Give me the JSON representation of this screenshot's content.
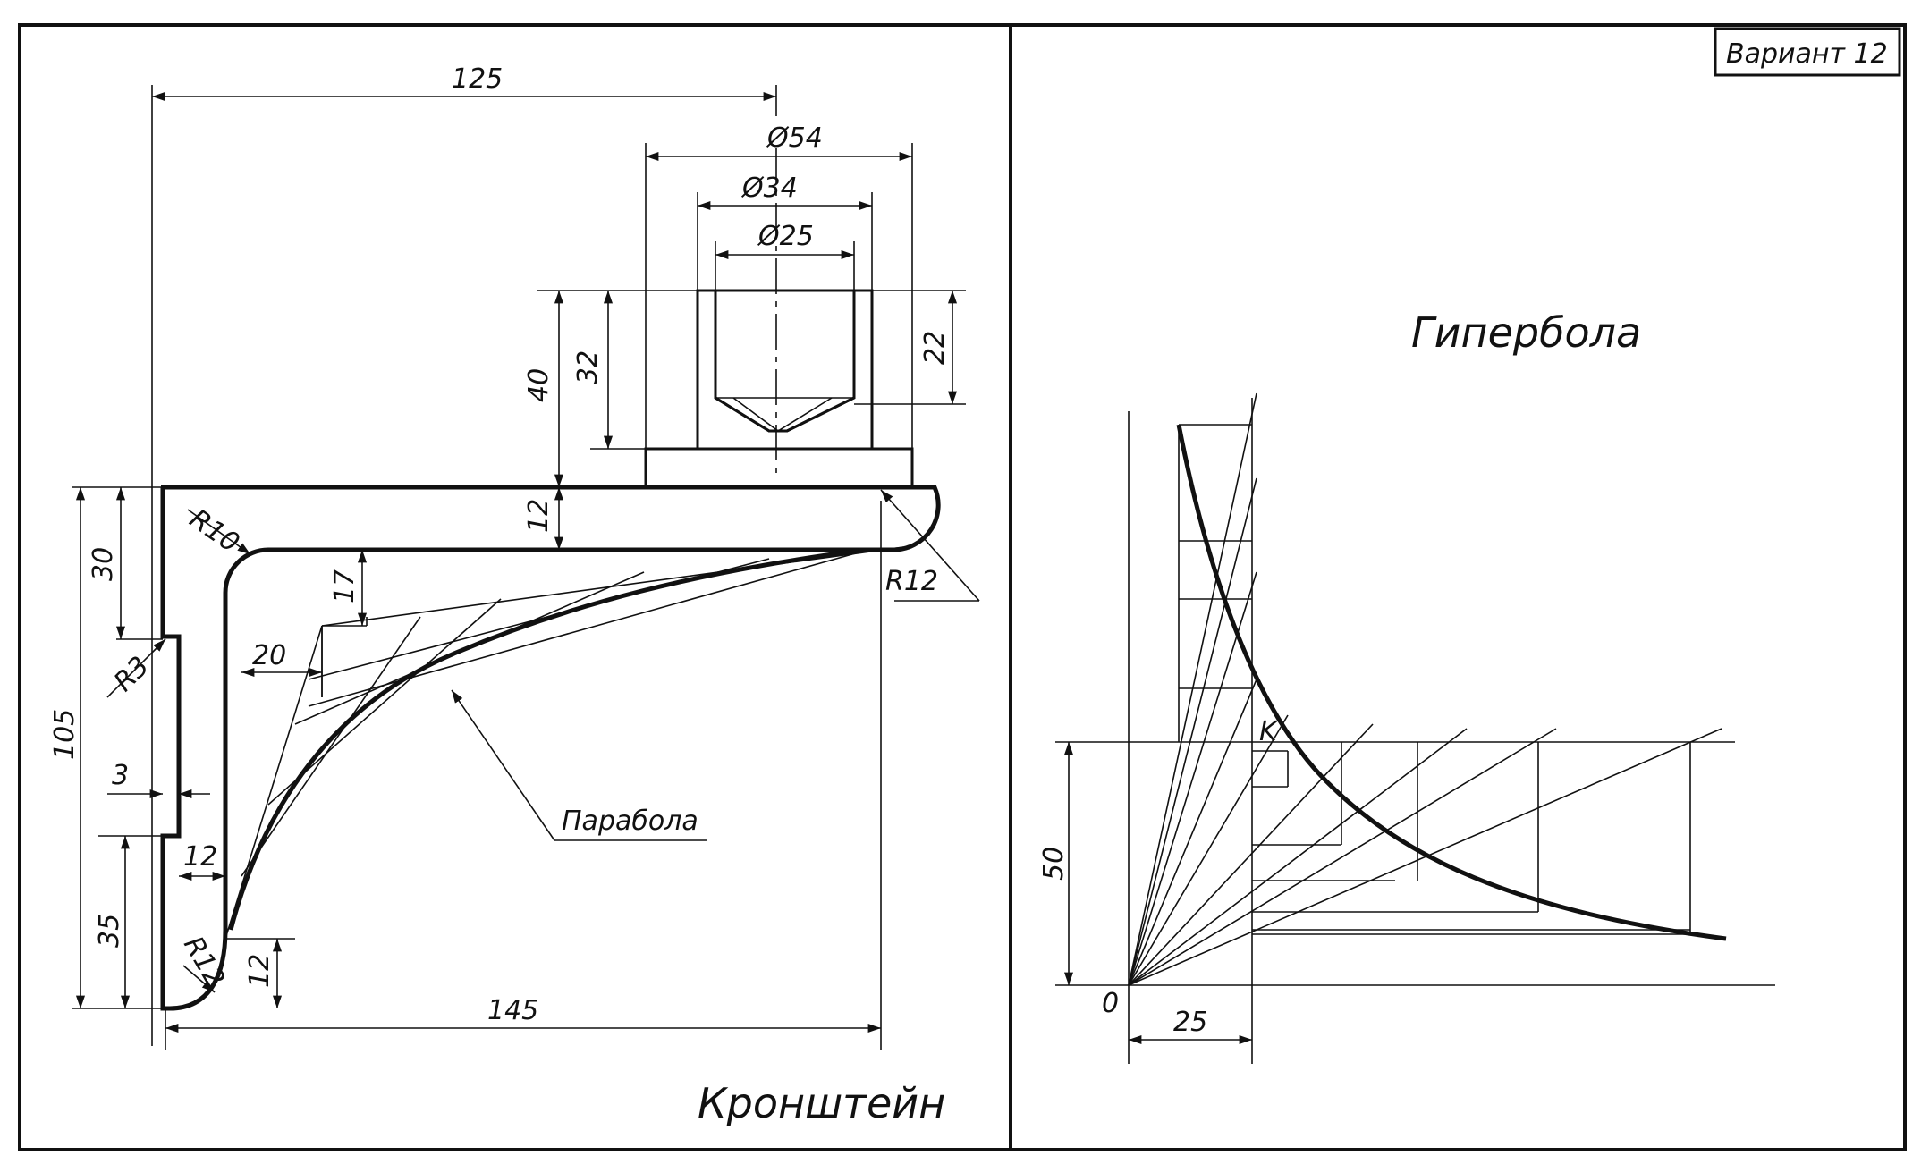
{
  "sheet": {
    "variant_label": "Вариант 12"
  },
  "bracket": {
    "title": "Кронштейн",
    "curve_label": "Парабола",
    "dims": {
      "d125": "125",
      "d54": "Ø54",
      "d34": "Ø34",
      "d25": "Ø25",
      "d40": "40",
      "d32": "32",
      "d22": "22",
      "d12_top": "12",
      "r10": "R10",
      "r12_right": "R12",
      "d30": "30",
      "d17": "17",
      "r3": "R3",
      "d20": "20",
      "d105": "105",
      "d3": "3",
      "d12_left": "12",
      "d35": "35",
      "r12_bottom": "R12",
      "d12_bottom": "12",
      "d145": "145"
    }
  },
  "hyperbola": {
    "title": "Гипербола",
    "point_label": "K",
    "origin_label": "0",
    "dim_50": "50",
    "dim_25": "25"
  }
}
